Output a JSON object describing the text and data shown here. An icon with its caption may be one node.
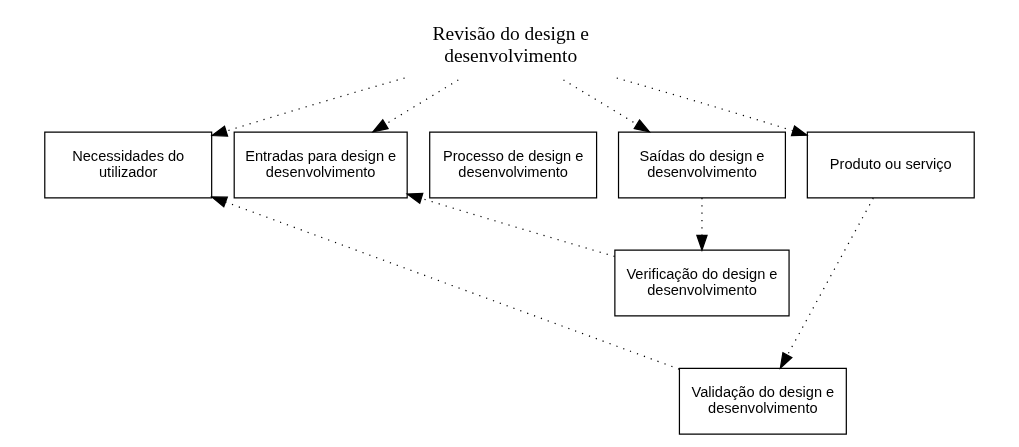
{
  "diagram": {
    "nodes": [
      {
        "text": [
          "Revisão do design e desenvolvimento"
        ]
      },
      {
        "text": [
          "Necessidades do utilizador"
        ]
      },
      {
        "text": [
          "Entradas para design e desenvolvimento"
        ]
      },
      {
        "text": [
          "Processo de design e desenvolvimento"
        ]
      },
      {
        "text": [
          "Saídas do design e desenvolvimento"
        ]
      },
      {
        "text": [
          "Produto ou serviço"
        ]
      },
      {
        "text": [
          "Verificação do design e desenvolvimento"
        ]
      },
      {
        "text": [
          "Validação do design e desenvolvimento"
        ]
      }
    ],
    "edges": [
      {
        "from": 0,
        "to": 1,
        "arrow": "to"
      },
      {
        "from": 0,
        "to": 2,
        "arrow": "to"
      },
      {
        "from": 0,
        "to": 4,
        "arrow": "to"
      },
      {
        "from": 0,
        "to": 5,
        "arrow": "to"
      },
      {
        "from": 4,
        "to": 6,
        "arrow": "to"
      },
      {
        "from": 6,
        "to": 2,
        "arrow": "to"
      },
      {
        "from": 5,
        "to": 7,
        "arrow": "to"
      },
      {
        "from": 7,
        "to": 1,
        "arrow": "to"
      }
    ]
  }
}
